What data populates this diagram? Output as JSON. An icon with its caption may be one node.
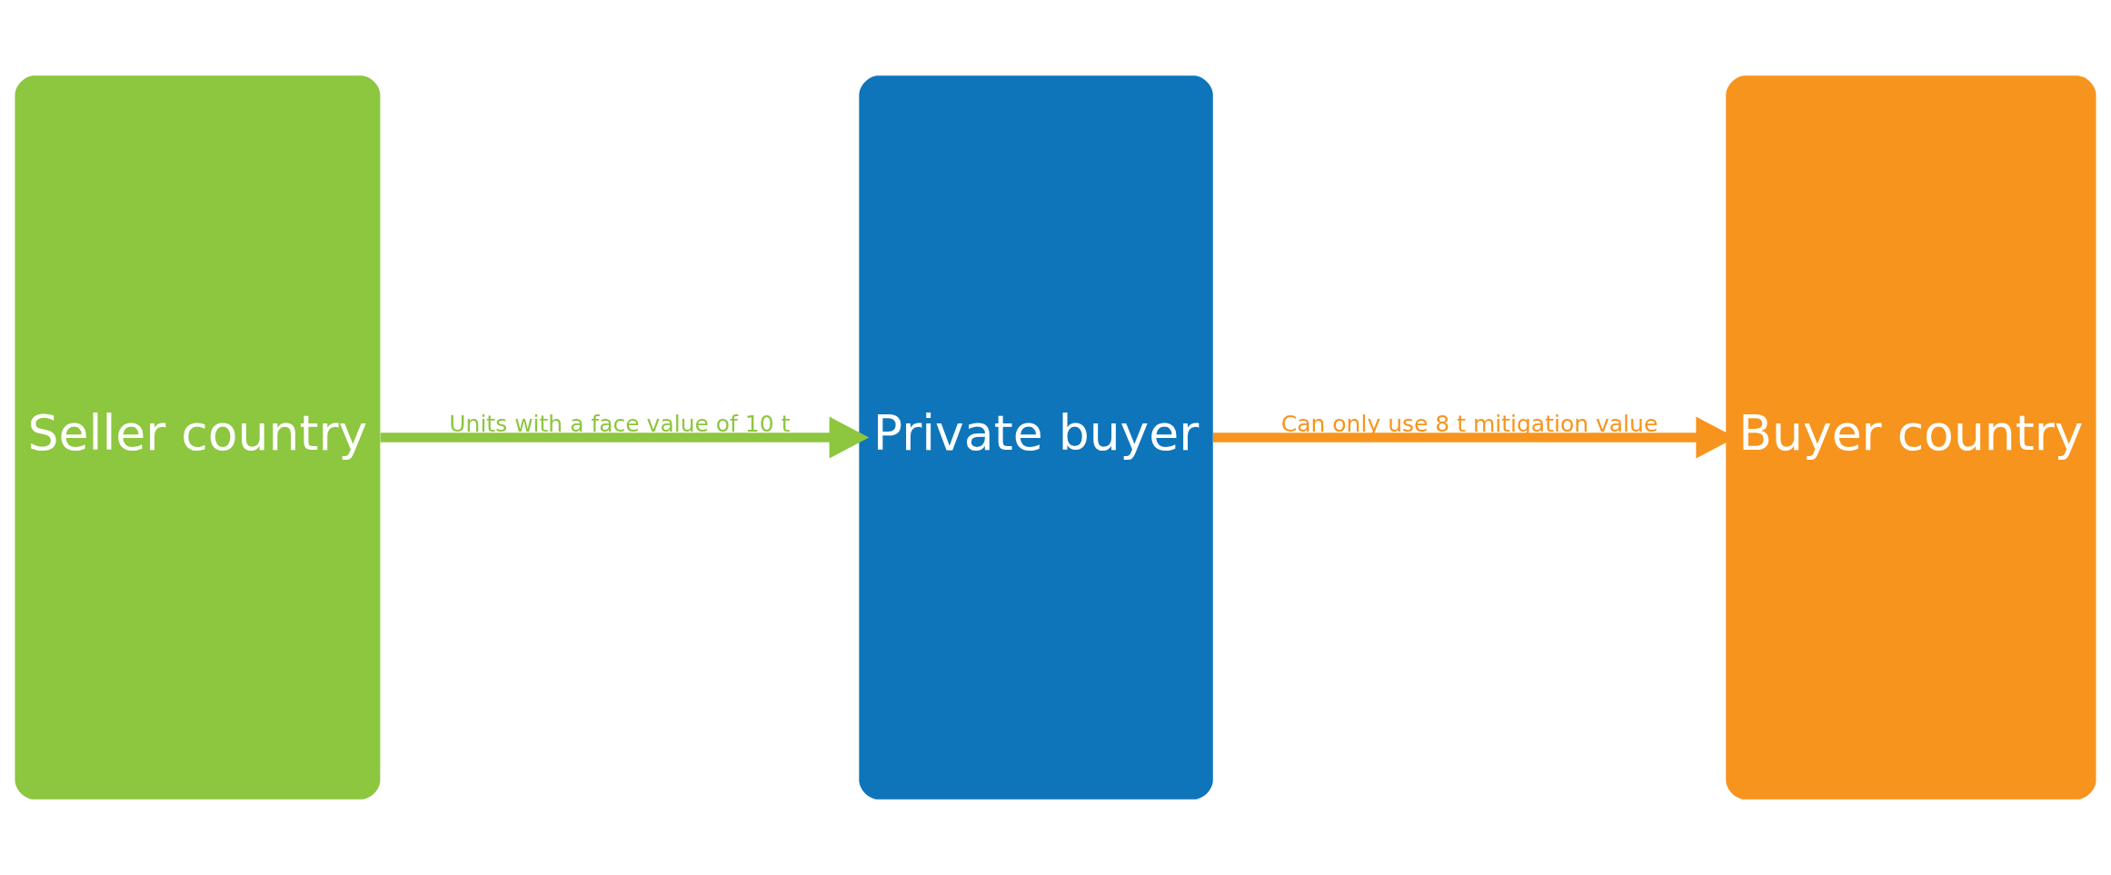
{
  "diagram": {
    "nodes": [
      {
        "text": [
          "Seller country"
        ]
      },
      {
        "text": [
          "Private buyer"
        ]
      },
      {
        "text": [
          "Buyer country"
        ]
      }
    ],
    "edges": [
      {
        "from": 0,
        "to": 1,
        "arrow": "to",
        "label": "Units with a face value of 10 t",
        "color": "#8dc63f"
      },
      {
        "from": 1,
        "to": 2,
        "arrow": "to",
        "label": "Can only use 8 t mitigation value",
        "color": "#f7941d"
      }
    ]
  }
}
